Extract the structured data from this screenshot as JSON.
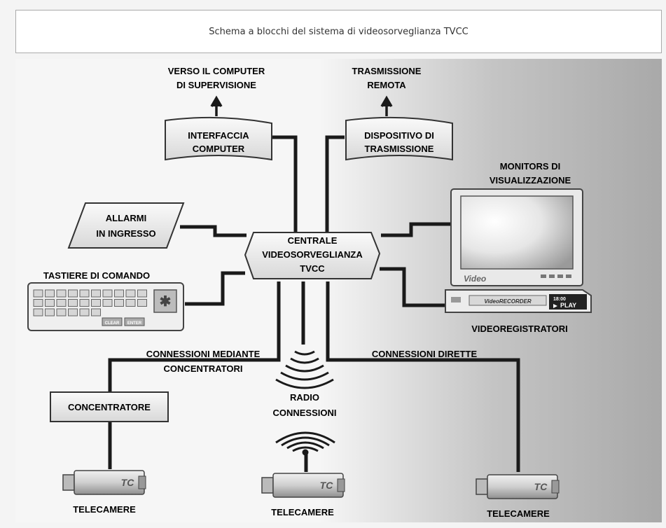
{
  "caption": "Schema a blocchi del sistema di videosorveglianza TVCC",
  "central_unit": [
    "CENTRALE",
    "VIDEOSORVEGLIANZA",
    "TVCC"
  ],
  "computer_target": [
    "VERSO IL COMPUTER",
    "DI SUPERVISIONE"
  ],
  "computer_interface": [
    "INTERFACCIA",
    "COMPUTER"
  ],
  "remote_transmission": [
    "TRASMISSIONE",
    "REMOTA"
  ],
  "transmission_device": [
    "DISPOSITIVO DI",
    "TRASMISSIONE"
  ],
  "monitors": [
    "MONITORS DI",
    "VISUALIZZAZIONE"
  ],
  "monitor_brand": "Video",
  "alarms": [
    "ALLARMI",
    "IN INGRESSO"
  ],
  "keyboard_label": "TASTIERE DI COMANDO",
  "keyboard_keys": [
    "CLEAR",
    "ENTER"
  ],
  "recorder_brand": "VideoRECORDER",
  "recorder_time": "18:00",
  "recorder_play": "PLAY",
  "recorders_label": "VIDEOREGISTRATORI",
  "hub_connections": [
    "CONNESSIONI MEDIANTE",
    "CONCENTRATORI"
  ],
  "direct_connections": "CONNESSIONI DIRETTE",
  "radio_connections": [
    "RADIO",
    "CONNESSIONI"
  ],
  "concentrator": "CONCENTRATORE",
  "camera_badge": "TC",
  "cameras_label": "TELECAMERE",
  "colors": {
    "wire": "#1a1a1a",
    "box_fill": "#f2f2f2",
    "box_border": "#333333",
    "screen": "#d9d9d9"
  }
}
